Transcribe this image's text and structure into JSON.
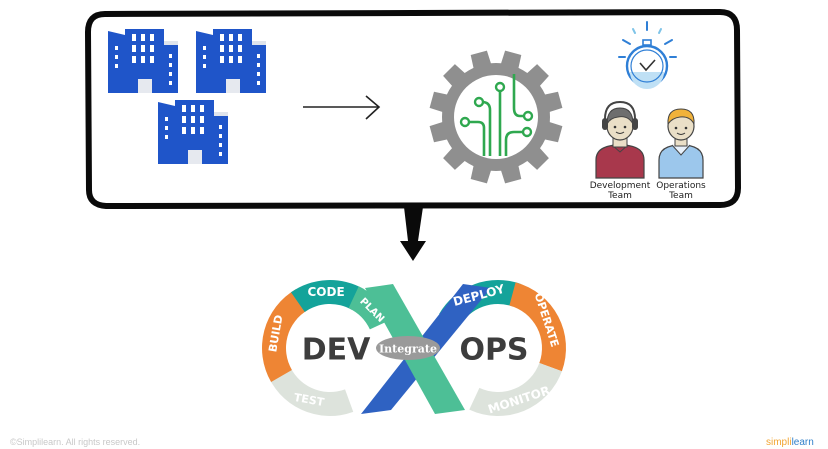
{
  "top_panel": {
    "buildings": {
      "icon": "office-building-icon",
      "count": 3,
      "color": "#1f55c9"
    },
    "arrow": {
      "icon": "right-arrow-icon"
    },
    "gear": {
      "icon": "gear-circuit-icon",
      "gear_color": "#8f8f8f",
      "circuit_color": "#2fa84f"
    },
    "stopwatch": {
      "icon": "stopwatch-icon",
      "color": "#2f7fd6"
    },
    "teams": [
      {
        "label_line1": "Development",
        "label_line2": "Team",
        "icon": "developer-avatar-icon",
        "shirt_color": "#a8384c"
      },
      {
        "label_line1": "Operations",
        "label_line2": "Team",
        "icon": "operations-avatar-icon",
        "shirt_color": "#9cc7ec"
      }
    ]
  },
  "down_arrow": {
    "icon": "down-arrow-icon"
  },
  "devops_loop": {
    "left_label": "DEV",
    "right_label": "OPS",
    "center_label": "Integrate",
    "stages": [
      {
        "label": "PLAN",
        "color": "#4dbf96"
      },
      {
        "label": "CODE",
        "color": "#14a39a"
      },
      {
        "label": "BUILD",
        "color": "#ee8534"
      },
      {
        "label": "TEST",
        "color": "#dde3dc"
      },
      {
        "label": "DEPLOY",
        "color": "#14a39a"
      },
      {
        "label": "OPERATE",
        "color": "#ee8534"
      },
      {
        "label": "MONITOR",
        "color": "#dde3dc"
      }
    ],
    "cross_colors": {
      "blue": "#2f62c2",
      "green": "#4dbf96",
      "pill": "#9a9a9a"
    }
  },
  "footer": {
    "copyright": "©Simplilearn. All rights reserved.",
    "brand_part1": "simpli",
    "brand_part2": "learn"
  }
}
